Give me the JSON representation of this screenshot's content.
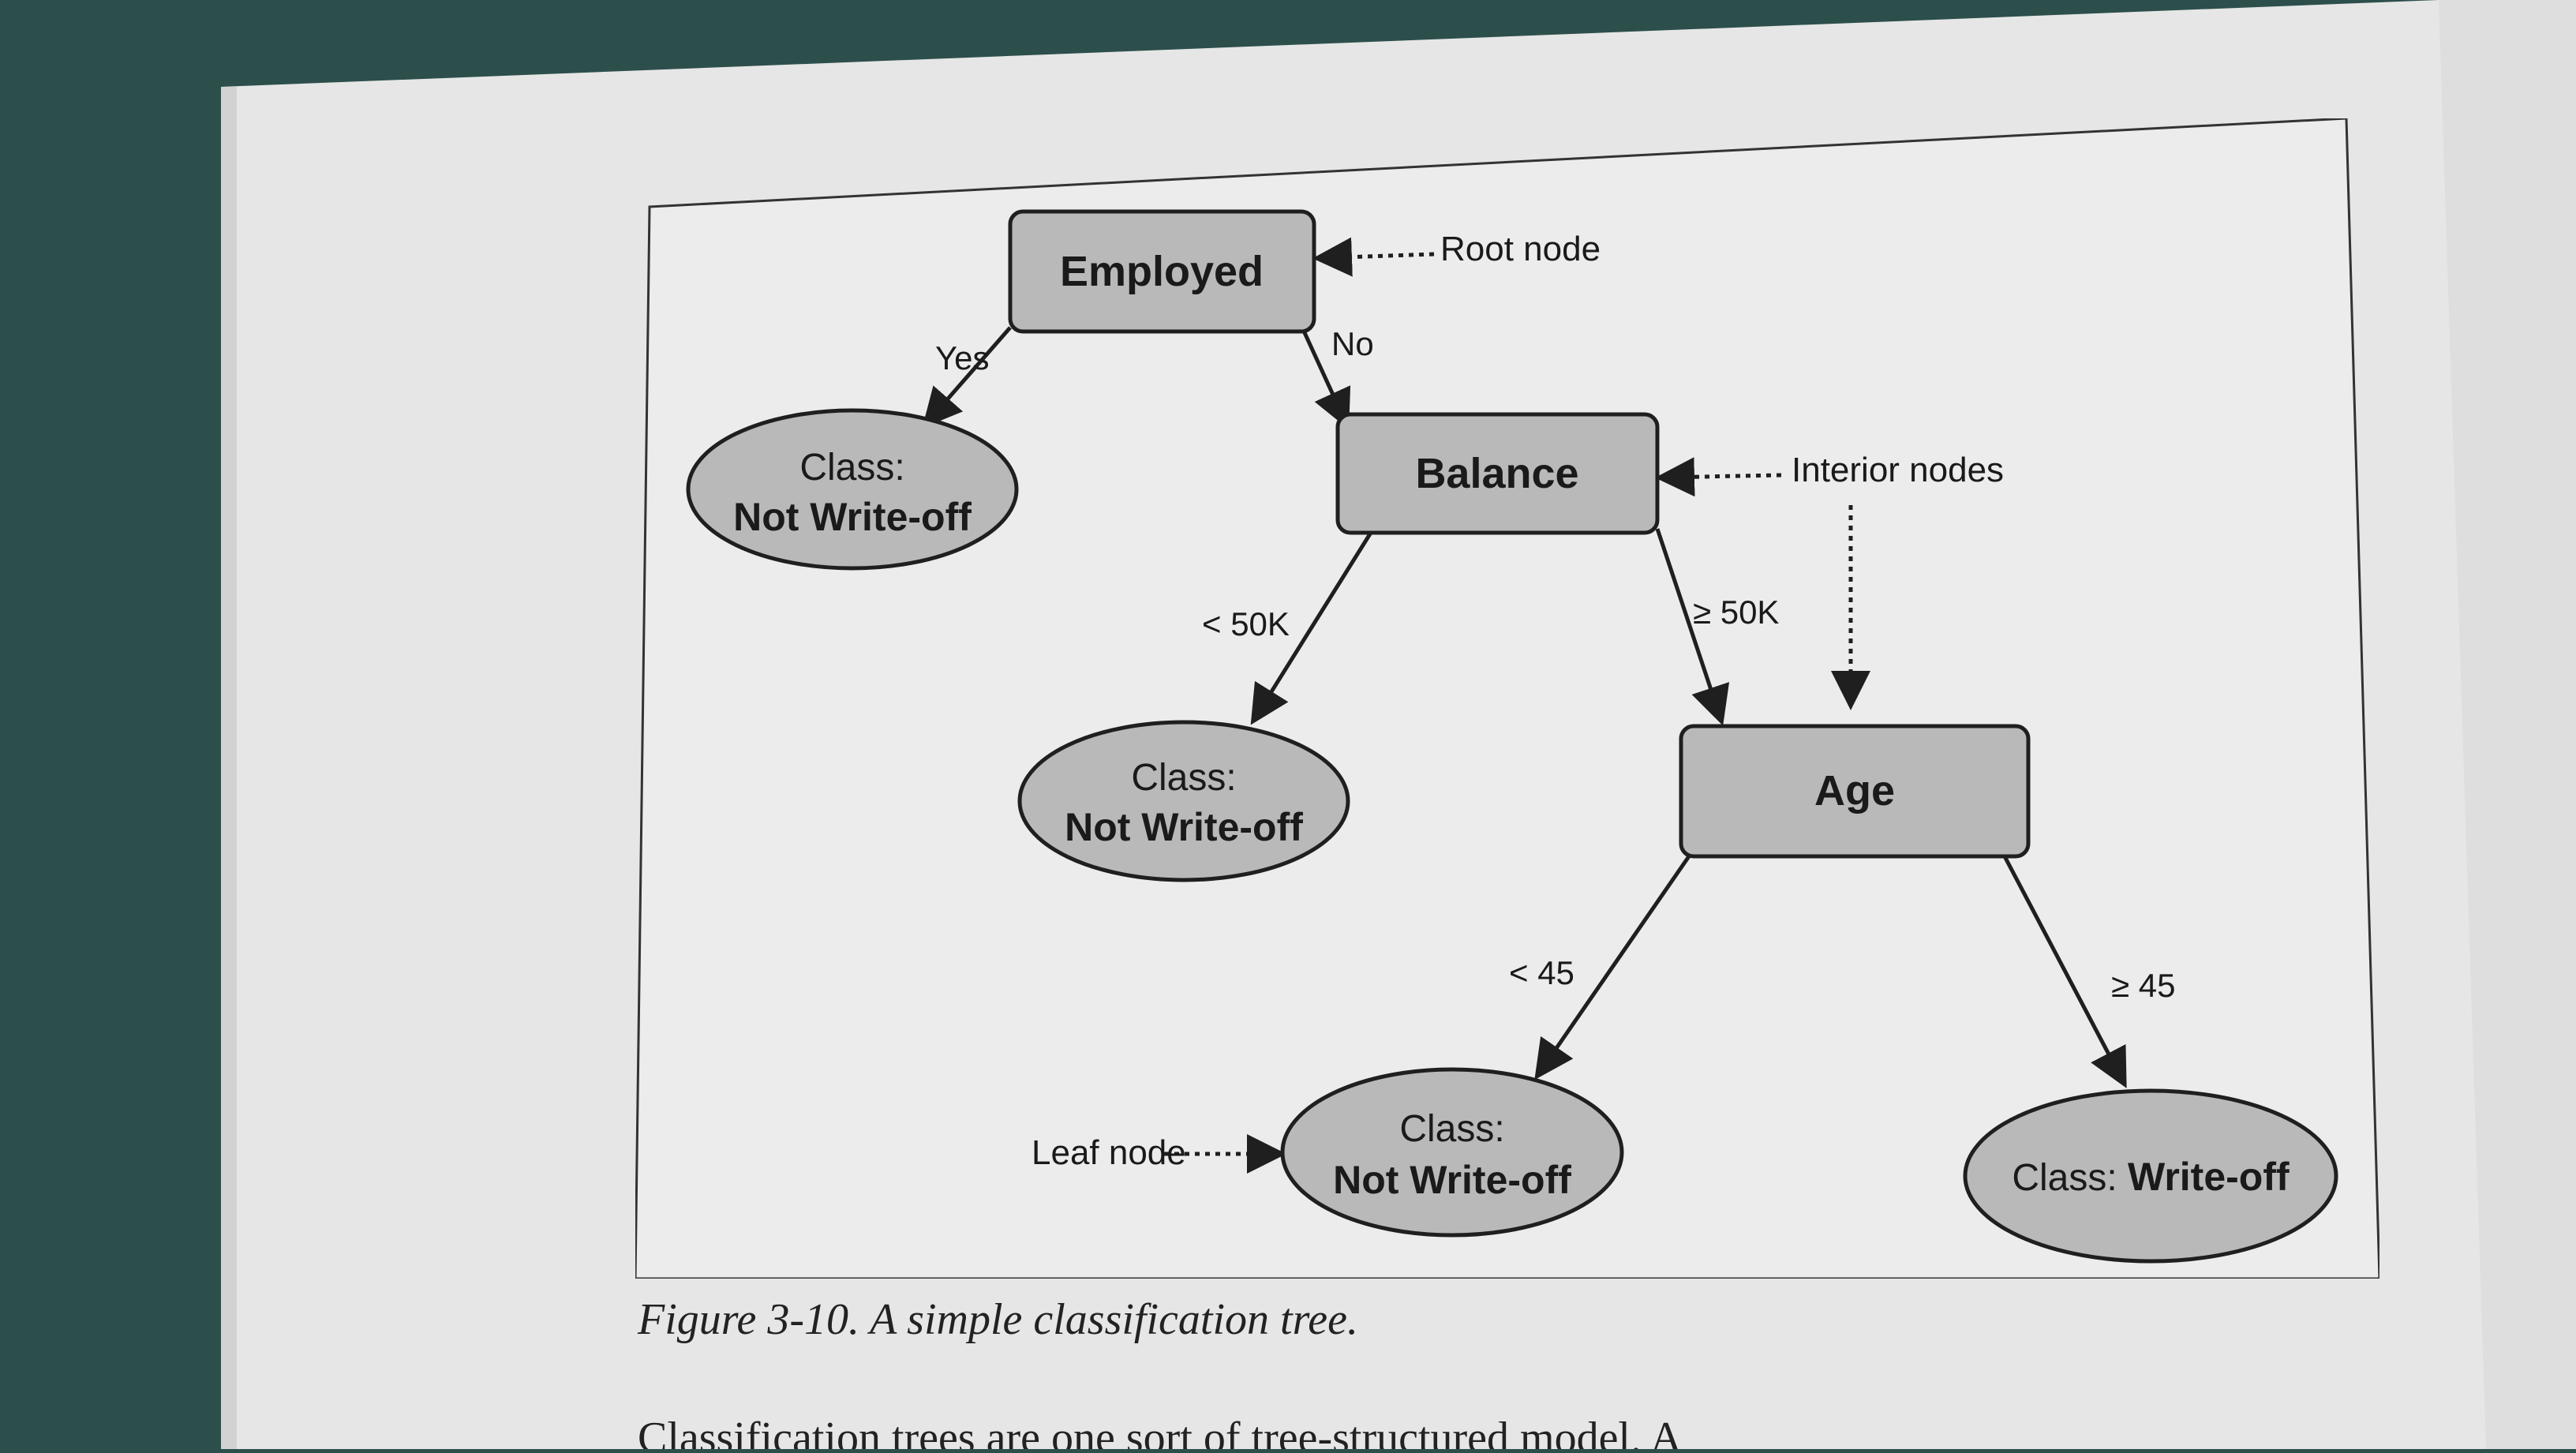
{
  "figure": {
    "caption": "Figure 3-10. A simple classification tree.",
    "nodes": {
      "employed": "Employed",
      "balance": "Balance",
      "age": "Age"
    },
    "leaves": {
      "leaf1": {
        "line1": "Class:",
        "line2": "Not Write-off"
      },
      "leaf2": {
        "line1": "Class:",
        "line2": "Not Write-off"
      },
      "leaf3": {
        "line1": "Class:",
        "line2": "Not Write-off"
      },
      "leaf4": {
        "prefix": "Class: ",
        "value": "Write-off"
      }
    },
    "edges": {
      "yes": "Yes",
      "no": "No",
      "lt50k": "< 50K",
      "ge50k": "≥ 50K",
      "lt45": "< 45",
      "ge45": "≥ 45"
    },
    "callouts": {
      "root": "Root node",
      "interior": "Interior nodes",
      "leaf": "Leaf node"
    }
  },
  "page": {
    "bottom_text": "Classification trees are one sort of tree-structured model. A"
  },
  "colors": {
    "paper": "#eaeaea",
    "node_fill": "#b9b9b9",
    "stroke": "#1f1f1f"
  }
}
